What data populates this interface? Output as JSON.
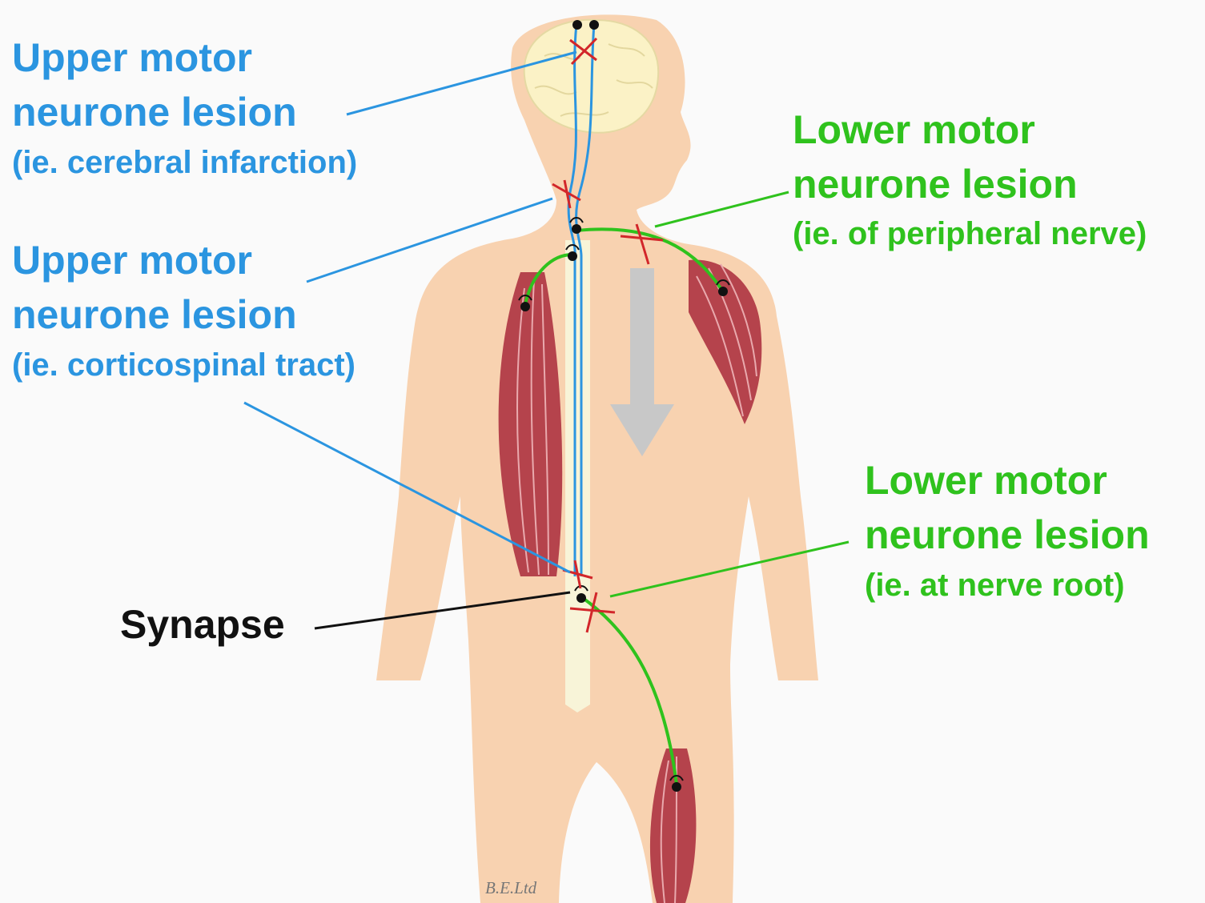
{
  "labels": {
    "umn_brain": {
      "line1": "Upper motor",
      "line2": "neurone lesion",
      "note": "(ie. cerebral infarction)"
    },
    "umn_tract": {
      "line1": "Upper motor",
      "line2": "neurone lesion",
      "note": "(ie. corticospinal tract)"
    },
    "lmn_peripheral": {
      "line1": "Lower motor",
      "line2": "neurone lesion",
      "note": "(ie. of peripheral nerve)"
    },
    "lmn_root": {
      "line1": "Lower motor",
      "line2": "neurone lesion",
      "note": "(ie. at nerve root)"
    },
    "synapse": "Synapse"
  },
  "credit": "B.E.Ltd",
  "colors": {
    "upper_motor": "#2b95e0",
    "lower_motor": "#2fc21d",
    "lesion": "#d2262a",
    "skin": "#f8d2b0",
    "brain": "#fbf2c6",
    "muscle": "#b5434c",
    "arrow": "#c8c8c8"
  }
}
